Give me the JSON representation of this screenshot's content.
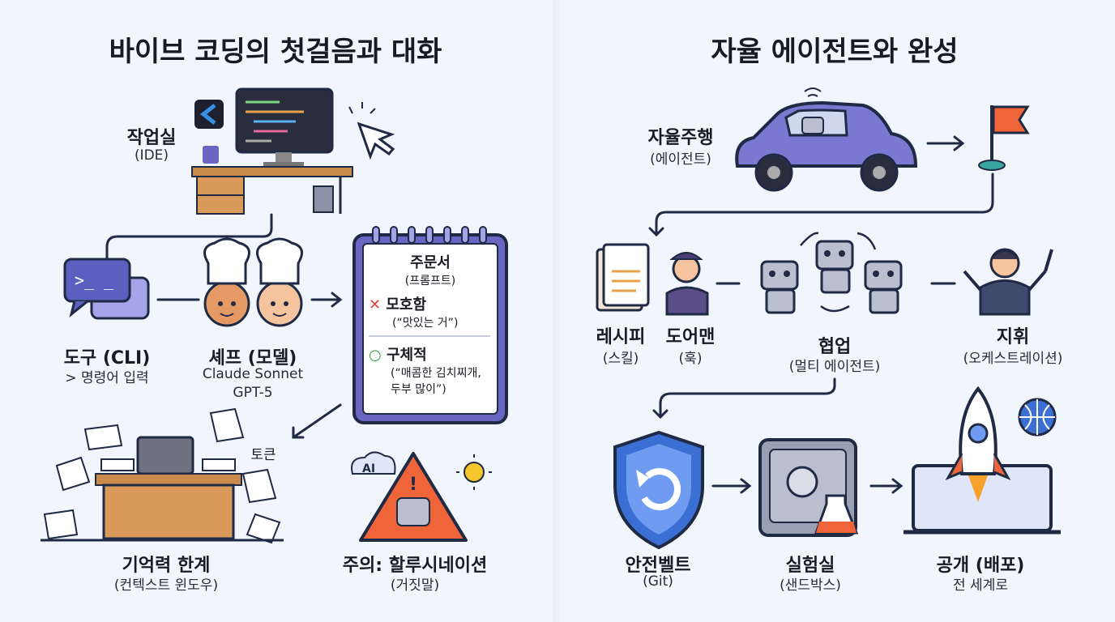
{
  "left": {
    "title": "바이브 코딩의 첫걸음과 대화",
    "ide": {
      "label": "작업실",
      "sub": "(IDE)"
    },
    "cli": {
      "label": "도구 (CLI)",
      "sub": "> 명령어 입력",
      "prompt_glyph": ">_ _"
    },
    "model": {
      "label": "셰프 (모델)",
      "sub1": "Claude Sonnet",
      "sub2": "GPT-5"
    },
    "prompt": {
      "label": "주문서",
      "sub": "(프롬프트)",
      "bad_label": "모호함",
      "bad_example": "(“맛있는 거”)",
      "good_label": "구체적",
      "good_example1": "(“매콤한 김치찌개,",
      "good_example2": "두부 많이”)"
    },
    "token": "토큰",
    "context": {
      "label": "기억력 한계",
      "sub": "(컨텍스트 윈도우)"
    },
    "hallucination": {
      "label": "주의: 할루시네이션",
      "sub": "(거짓말)",
      "cloud_text": "AI"
    }
  },
  "right": {
    "title": "자율 에이전트와 완성",
    "agent": {
      "label": "자율주행",
      "sub": "(에이전트)"
    },
    "skill": {
      "label": "레시피",
      "sub": "(스킬)"
    },
    "hook": {
      "label": "도어맨",
      "sub": "(훅)"
    },
    "multi": {
      "label": "협업",
      "sub": "(멀티 에이전트)"
    },
    "orch": {
      "label": "지휘",
      "sub": "(오케스트레이션)"
    },
    "git": {
      "label": "안전벨트",
      "sub": "(Git)"
    },
    "sandbox": {
      "label": "실험실",
      "sub": "(샌드박스)"
    },
    "deploy": {
      "label": "공개 (배포)",
      "sub": "전 세계로"
    }
  },
  "colors": {
    "accent": "#6a67c4",
    "line": "#1f2a44",
    "bad": "#e0443a",
    "good": "#2f9e44",
    "warn": "#f0643a"
  }
}
